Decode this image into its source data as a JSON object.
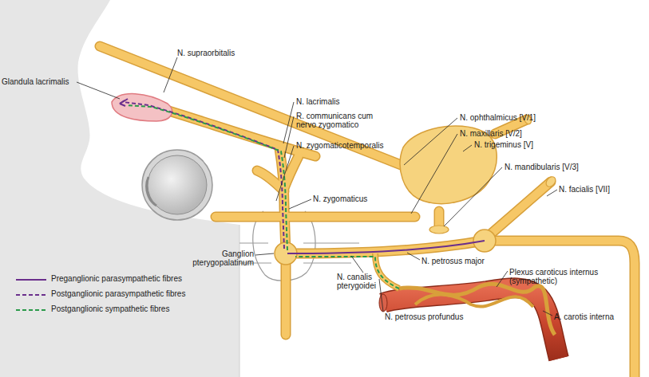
{
  "diagram": {
    "labels": [
      "Glandula lacrimalis",
      "N. supraorbitalis",
      "N. lacrimalis",
      "R. communicans cum nervo zygomatico",
      "N. zygomaticotemporalis",
      "N. ophthalmicus [V/1]",
      "N. maxillaris [V/2]",
      "N. trigeminus [V]",
      "N. mandibularis [V/3]",
      "N. facialis [VII]",
      "N. zygomaticus",
      "Ganglion pterygopalatinum",
      "N. canalis pterygoidei",
      "N. petrosus major",
      "Plexus caroticus internus (sympathetic)",
      "N. petrosus profundus",
      "A. carotis interna"
    ],
    "legend": [
      {
        "text": "Preganglionic parasympathetic fibres"
      },
      {
        "text": "Postganglionic parasympathetic fibres"
      },
      {
        "text": "Postganglionic sympathetic fibres"
      }
    ]
  }
}
